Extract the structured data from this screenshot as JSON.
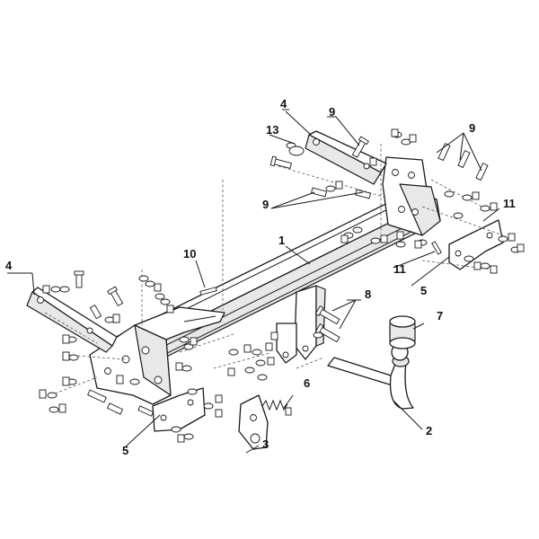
{
  "diagram": {
    "callouts": [
      {
        "id": "c1",
        "text": "1"
      },
      {
        "id": "c2",
        "text": "2"
      },
      {
        "id": "c3",
        "text": "3"
      },
      {
        "id": "c4a",
        "text": "4"
      },
      {
        "id": "c4b",
        "text": "4"
      },
      {
        "id": "c5a",
        "text": "5"
      },
      {
        "id": "c5b",
        "text": "5"
      },
      {
        "id": "c6",
        "text": "6"
      },
      {
        "id": "c7",
        "text": "7"
      },
      {
        "id": "c8",
        "text": "8"
      },
      {
        "id": "c9a",
        "text": "9"
      },
      {
        "id": "c9b",
        "text": "9"
      },
      {
        "id": "c9c",
        "text": "9"
      },
      {
        "id": "c10",
        "text": "10"
      },
      {
        "id": "c11a",
        "text": "11"
      },
      {
        "id": "c11b",
        "text": "11"
      },
      {
        "id": "c13",
        "text": "13"
      }
    ],
    "colors": {
      "line": "#1a1a1a",
      "background": "#ffffff",
      "shade": "#e8e8e8"
    }
  }
}
